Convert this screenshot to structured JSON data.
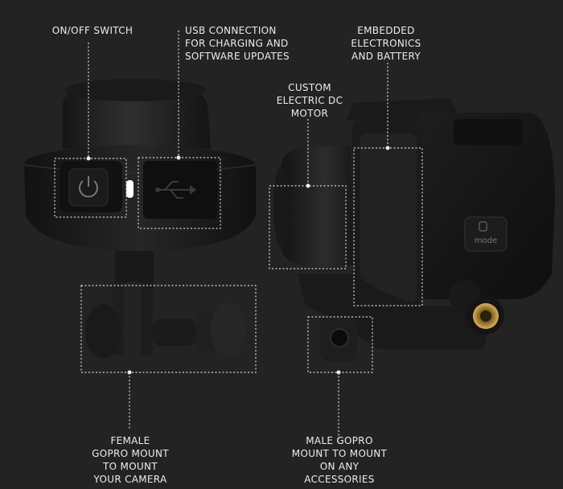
{
  "callouts": {
    "power_switch": "ON/OFF SWITCH",
    "usb": "USB CONNECTION\nFOR CHARGING AND\nSOFTWARE UPDATES",
    "electronics": "EMBEDDED\nELECTRONICS\nAND BATTERY",
    "motor": "CUSTOM\nELECTRIC DC\nMOTOR",
    "female_mount": "FEMALE\nGOPRO MOUNT\nTO MOUNT\nYOUR CAMERA",
    "male_mount": "MALE GOPRO\nMOUNT TO MOUNT\nON ANY\nACCESSORIES"
  },
  "device": {
    "button_text": "mode"
  },
  "colors": {
    "background": "#232323",
    "body_dark": "#141414",
    "body_mid": "#2a2a2a",
    "label": "#ececec",
    "brass": "#b8923f",
    "led": "#ffffff"
  }
}
